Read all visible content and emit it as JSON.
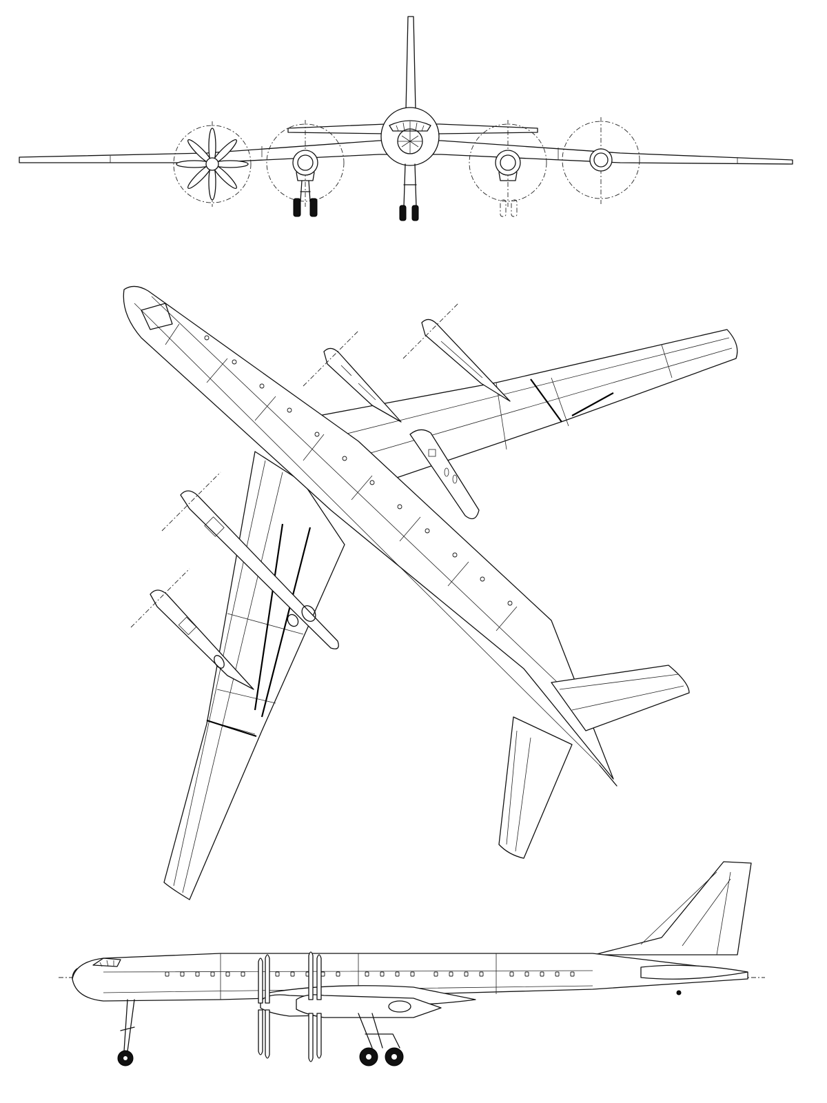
{
  "drawing": {
    "views": [
      "front-view",
      "top-view",
      "side-view"
    ],
    "engine_count": 4,
    "propeller_blades_per_engine": 8,
    "side_view_window_count": 24,
    "line_color": "#111111",
    "background_color": "#ffffff"
  }
}
